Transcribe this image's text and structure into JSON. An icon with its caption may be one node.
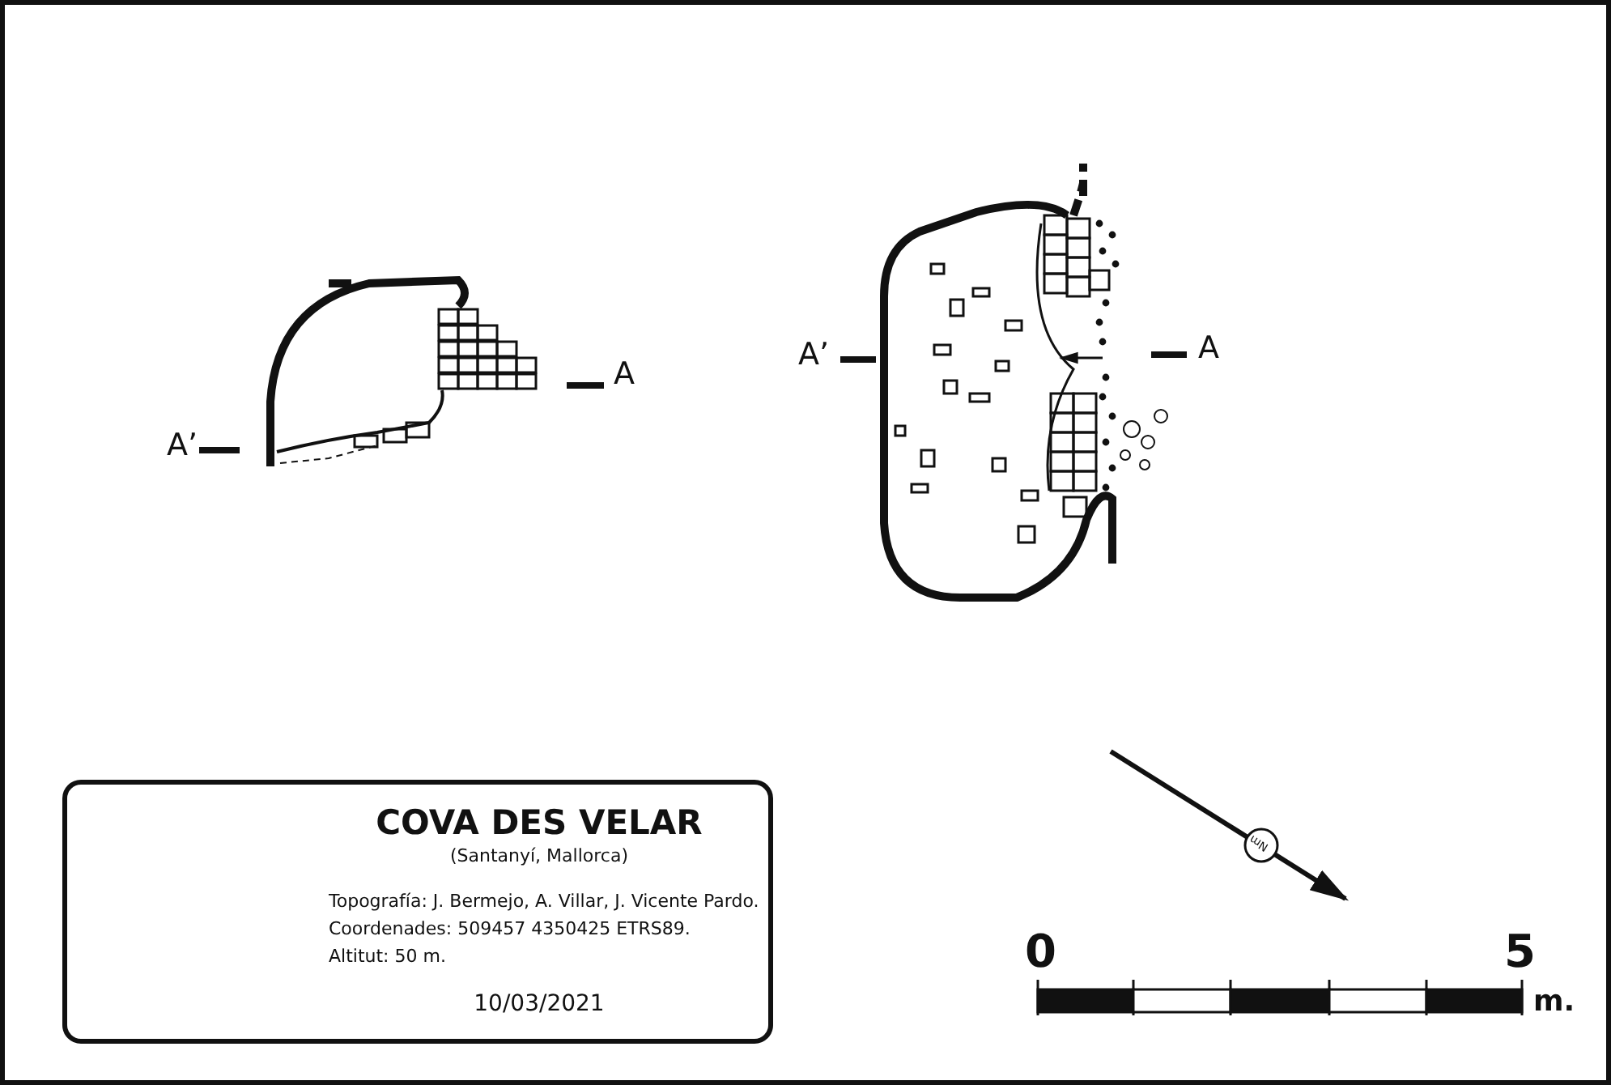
{
  "diagram": {
    "title": "COVA DES VELAR",
    "labels": [
      "A’",
      "A",
      "A’",
      "A",
      "(Santanyí, Mallorca)",
      "Topografía: J. Bermejo, A. Villar, J. Vicente Pardo.",
      "Coordenades: 509457 4350425 ETRS89.",
      "Altitut: 50 m.",
      "10/03/2021",
      "Nm",
      "0",
      "5",
      "m."
    ]
  }
}
